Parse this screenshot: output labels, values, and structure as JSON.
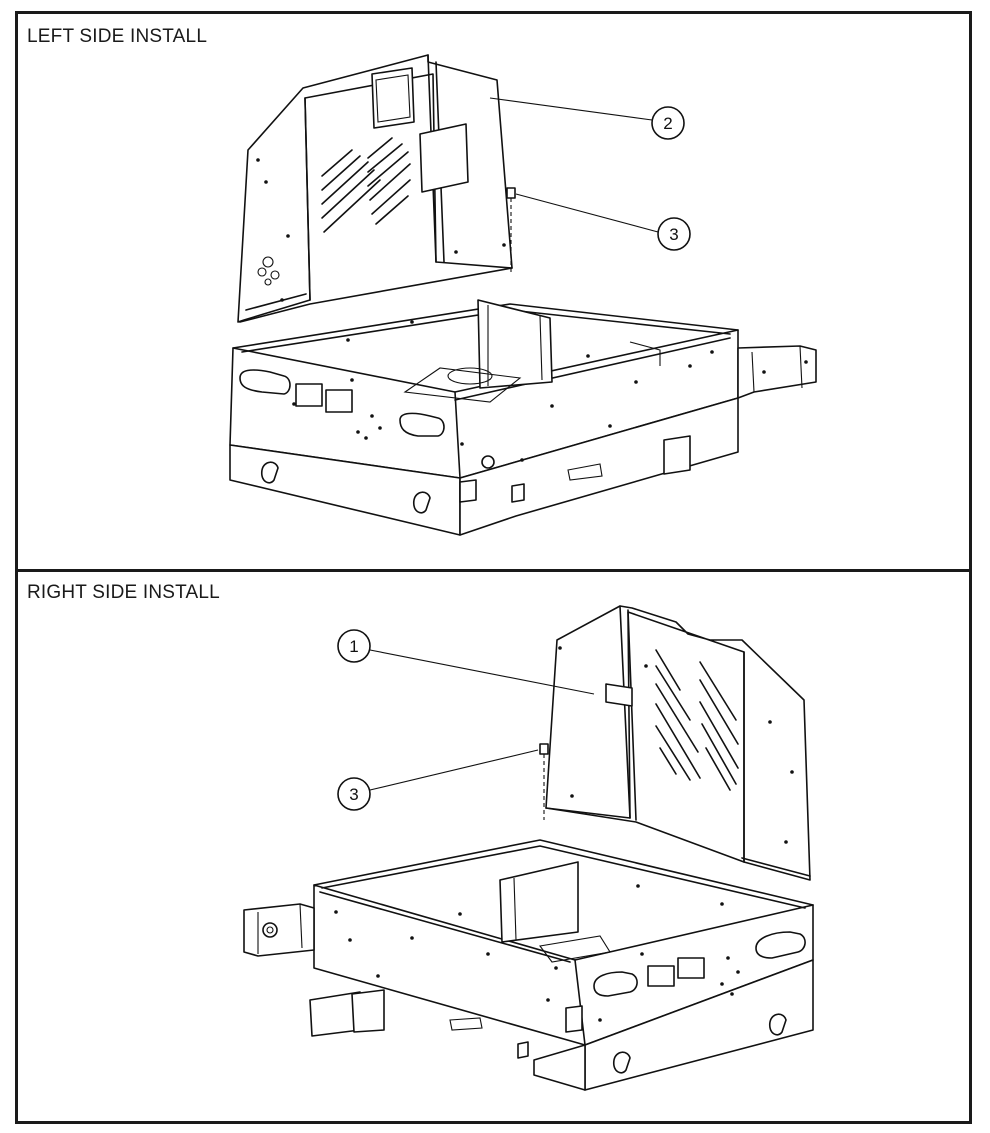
{
  "panels": {
    "left": {
      "title": "LEFT SIDE INSTALL"
    },
    "right": {
      "title": "RIGHT SIDE INSTALL"
    }
  },
  "callouts": {
    "left_panel_part": "2",
    "left_screw": "3",
    "right_panel_part": "1",
    "right_screw": "3"
  }
}
